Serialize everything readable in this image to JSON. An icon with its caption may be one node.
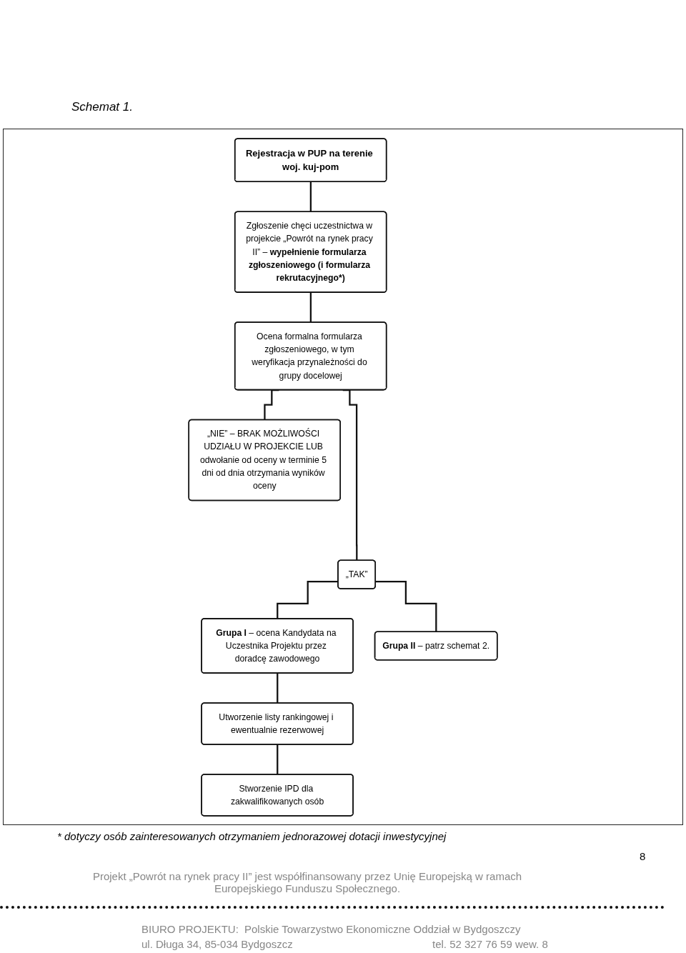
{
  "diagram": {
    "title": "Schemat 1.",
    "nodes": [
      {
        "text": [
          "Rejestracja w PUP na terenie woj. kuj-pom"
        ]
      },
      {
        "text": [
          "Zgłoszenie chęci uczestnictwa w projekcie „Powrót na rynek pracy II” – **wypełnienie formularza zgłoszeniowego (i formularza rekrutacyjnego*)**"
        ]
      },
      {
        "text": [
          "Ocena formalna formularza zgłoszeniowego, w tym weryfikacja przynależności do grupy docelowej"
        ]
      },
      {
        "text": [
          "„NIE” – BRAK MOŻLIWOŚCI UDZIAŁU W PROJEKCIE LUB odwołanie od oceny w terminie 5 dni od dnia otrzymania wyników oceny"
        ]
      },
      {
        "text": [
          "„TAK”"
        ]
      },
      {
        "text": [
          "**Grupa I** – ocena Kandydata na Uczestnika Projektu przez doradcę zawodowego"
        ]
      },
      {
        "text": [
          "**Grupa II** – patrz schemat 2."
        ]
      },
      {
        "text": [
          "Utworzenie listy rankingowej i ewentualnie rezerwowej"
        ]
      },
      {
        "text": [
          "Stworzenie IPD dla zakwalifikowanych osób"
        ]
      }
    ],
    "edges": [
      {
        "from": 0,
        "to": 1,
        "arrow": "none"
      },
      {
        "from": 1,
        "to": 2,
        "arrow": "none"
      },
      {
        "from": 2,
        "to": 3,
        "arrow": "none"
      },
      {
        "from": 2,
        "to": 4,
        "arrow": "none"
      },
      {
        "from": 4,
        "to": 5,
        "arrow": "none"
      },
      {
        "from": 4,
        "to": 6,
        "arrow": "none"
      },
      {
        "from": 5,
        "to": 7,
        "arrow": "none"
      },
      {
        "from": 7,
        "to": 8,
        "arrow": "none"
      }
    ],
    "labels": [
      "* dotyczy osób zainteresowanych otrzymaniem jednorazowej dotacji inwestycyjnej",
      "8",
      "Projekt „Powrót na rynek pracy II” jest współfinansowany przez Unię Europejską w ramach Europejskiego Funduszu Społecznego.",
      "BIURO PROJEKTU:",
      "Polskie Towarzystwo Ekonomiczne Oddział w Bydgoszczy",
      "ul. Długa 34, 85-034 Bydgoszcz",
      "tel. 52 327 76 59 wew. 8"
    ]
  }
}
